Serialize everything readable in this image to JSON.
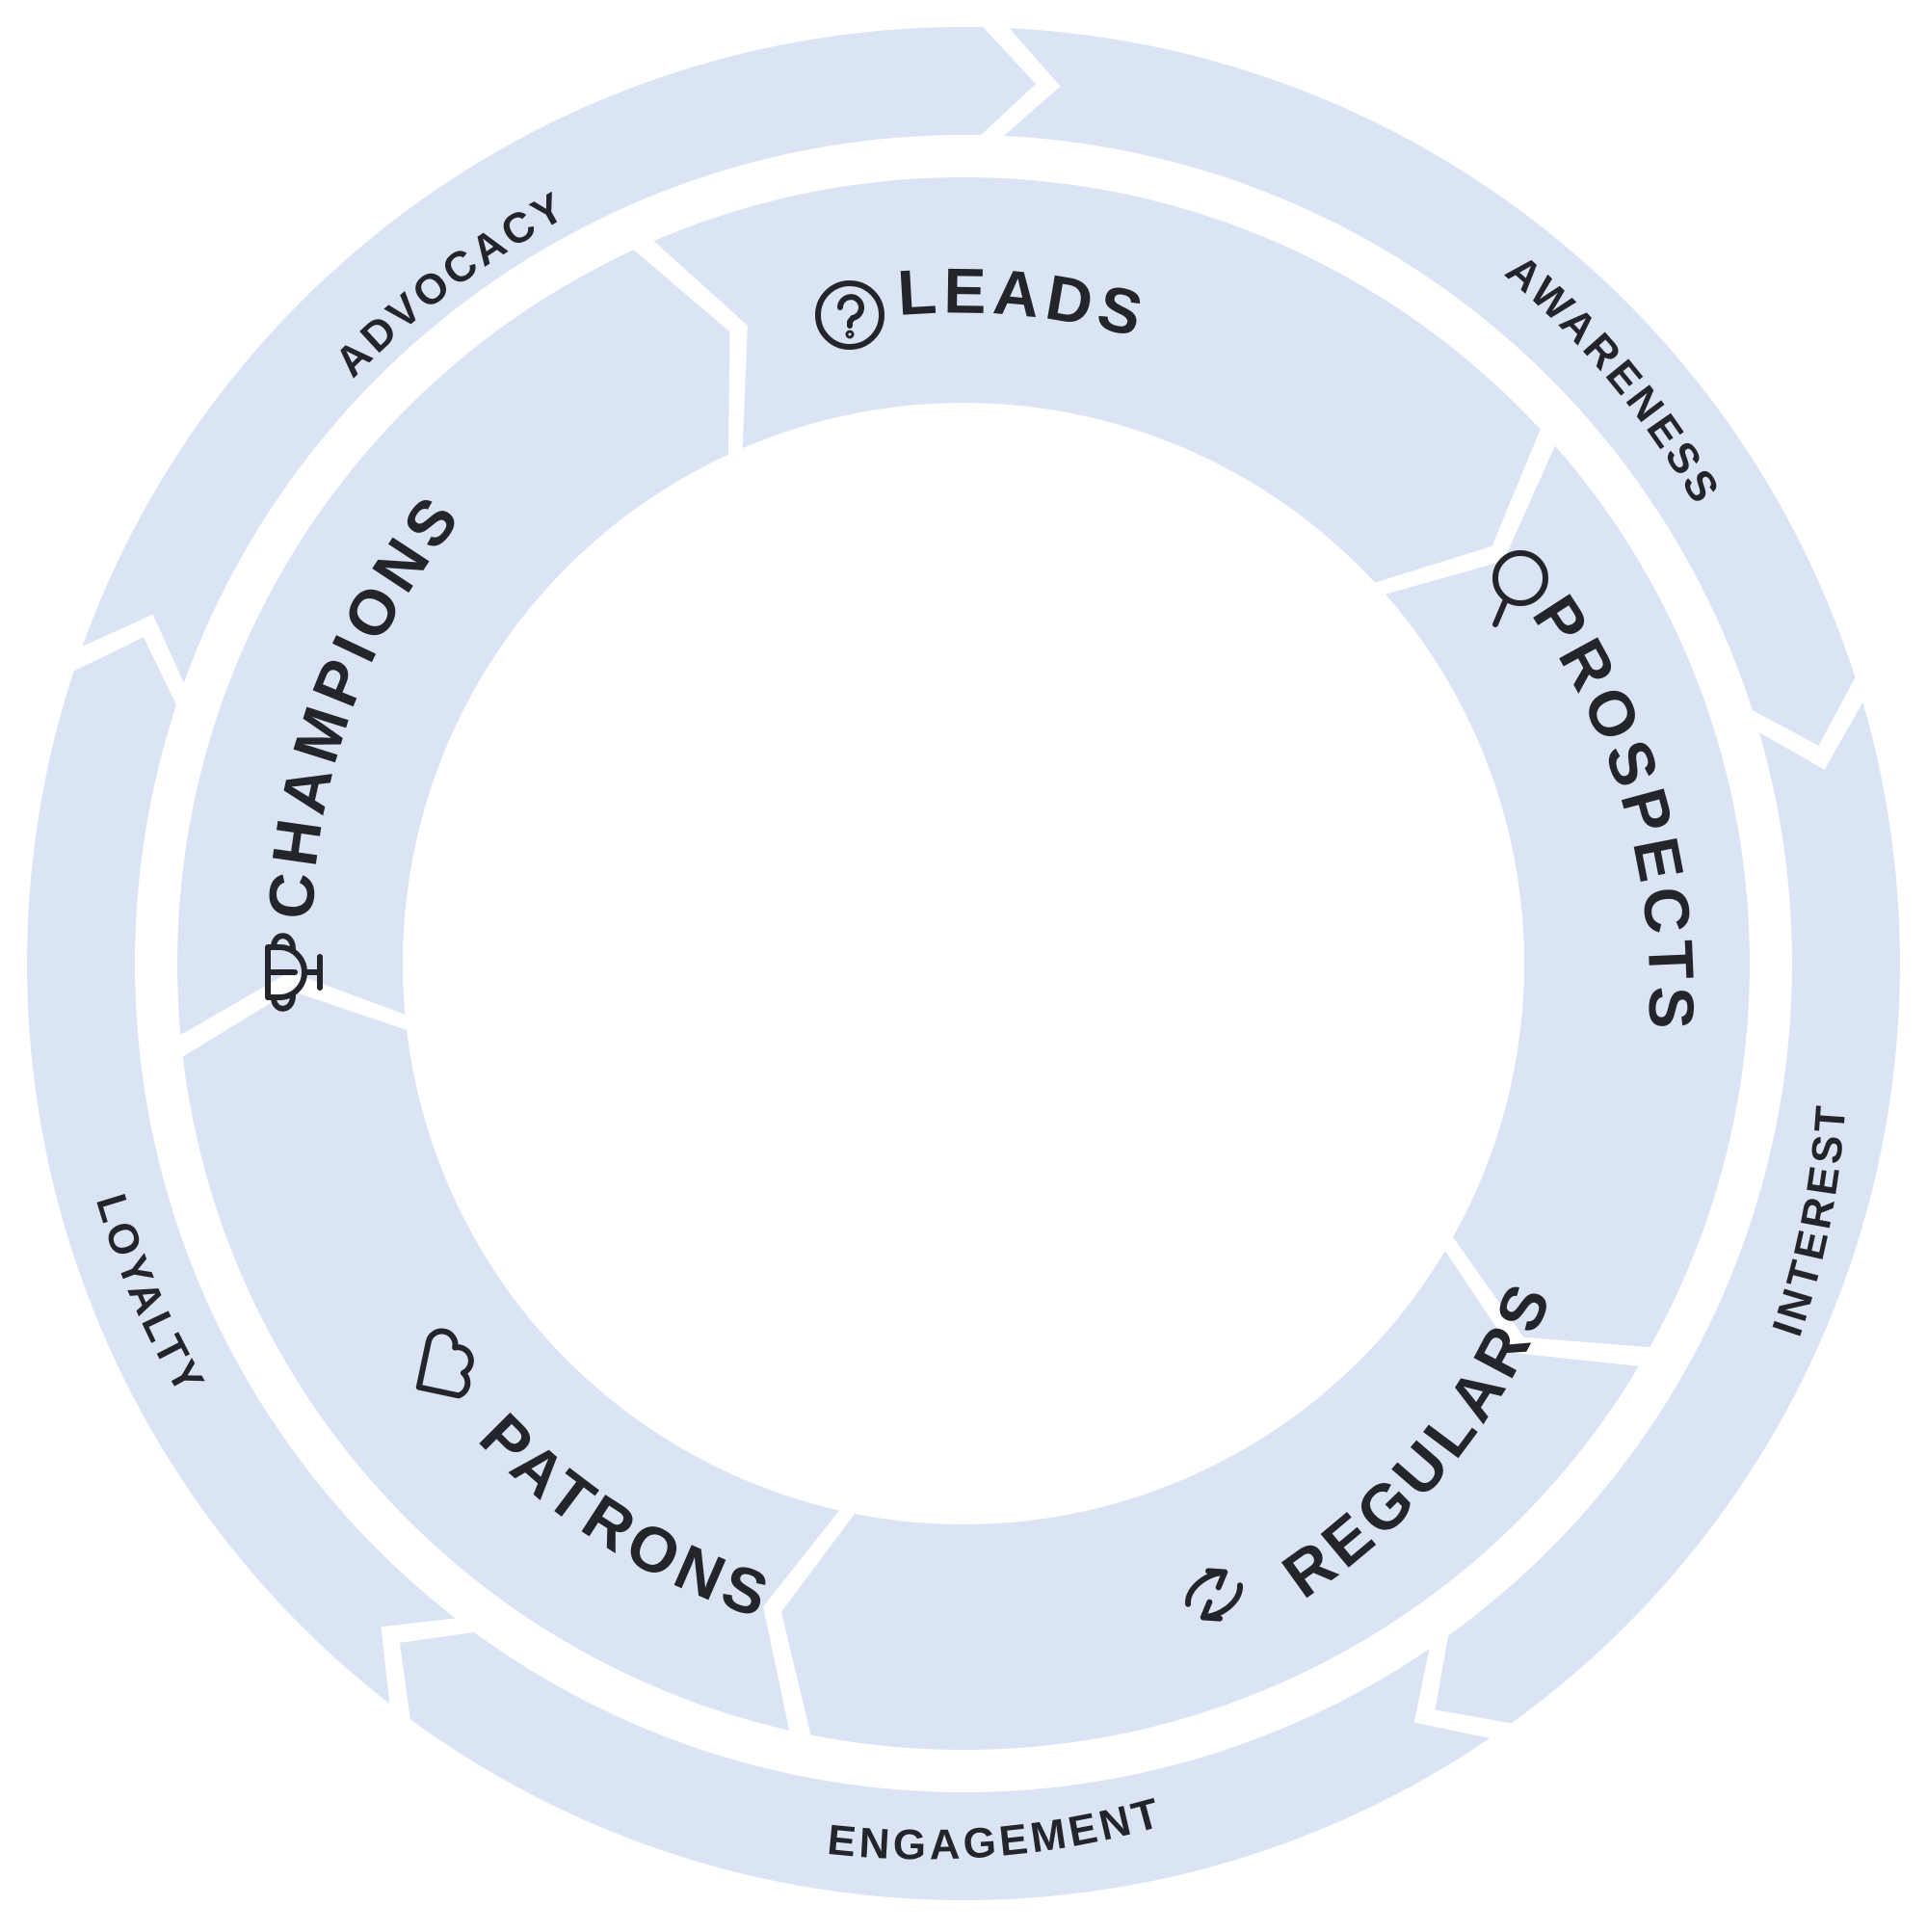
{
  "diagram": {
    "colors": {
      "segment_fill": "#dbe4f4",
      "text": "#23252a",
      "background": "#ffffff"
    },
    "outer_ring": [
      {
        "label": "AWARENESS"
      },
      {
        "label": "INTEREST"
      },
      {
        "label": "ENGAGEMENT"
      },
      {
        "label": "LOYALTY"
      },
      {
        "label": "ADVOCACY"
      }
    ],
    "inner_ring": [
      {
        "label": "LEADS",
        "icon": "question-circle-icon"
      },
      {
        "label": "PROSPECTS",
        "icon": "magnifier-icon"
      },
      {
        "label": "REGULARS",
        "icon": "repeat-arrows-icon"
      },
      {
        "label": "PATRONS",
        "icon": "heart-icon"
      },
      {
        "label": "CHAMPIONS",
        "icon": "trophy-icon"
      }
    ]
  }
}
